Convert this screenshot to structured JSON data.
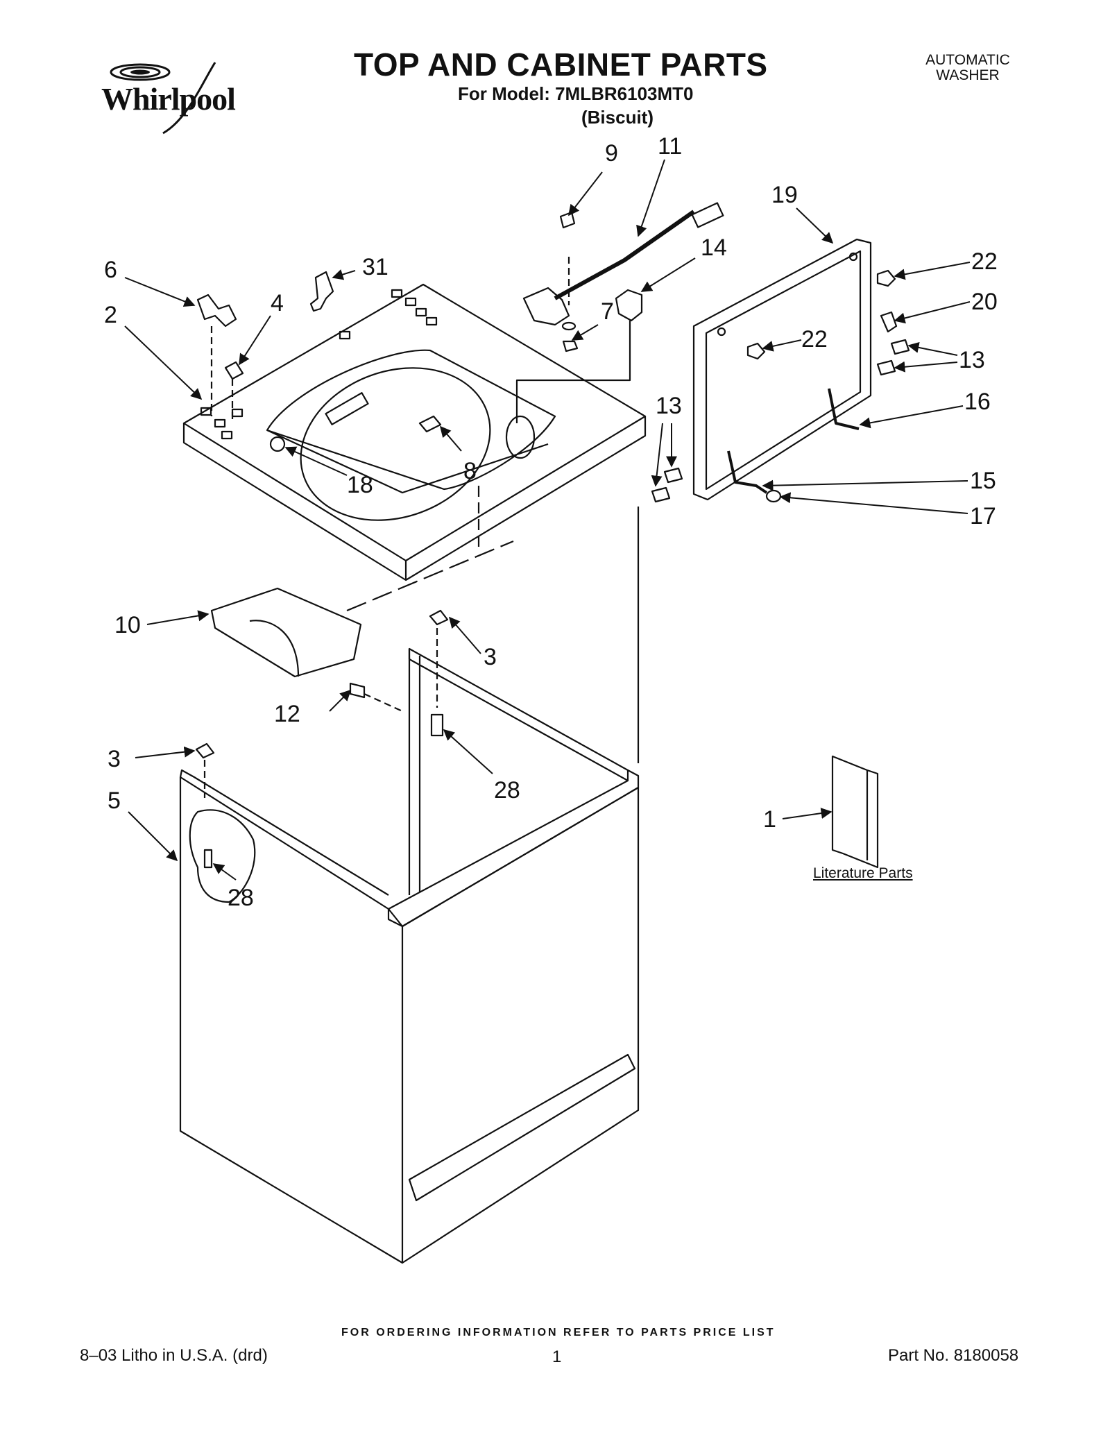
{
  "brand": {
    "logo_text": "Whirlpool"
  },
  "header": {
    "title": "TOP AND CABINET PARTS",
    "model_line": "For Model: 7MLBR6103MT0",
    "color_line": "(Biscuit)",
    "appliance_line1": "AUTOMATIC",
    "appliance_line2": "WASHER"
  },
  "diagram": {
    "callouts": {
      "c9": "9",
      "c11": "11",
      "c19": "19",
      "c6": "6",
      "c31": "31",
      "c4": "4",
      "c2": "2",
      "c14": "14",
      "c7": "7",
      "c22a": "22",
      "c20": "20",
      "c22b": "22",
      "c13a": "13",
      "c13b": "13",
      "c16": "16",
      "c8": "8",
      "c18": "18",
      "c15": "15",
      "c17": "17",
      "c10": "10",
      "c3a": "3",
      "c12": "12",
      "c28a": "28",
      "c3b": "3",
      "c5": "5",
      "c28b": "28",
      "c1": "1"
    },
    "literature_label": "Literature Parts"
  },
  "footer": {
    "ordering_info": "FOR ORDERING INFORMATION REFER TO PARTS PRICE LIST",
    "litho": "8–03 Litho in U.S.A. (drd)",
    "page_number": "1",
    "part_number": "Part No. 8180058"
  }
}
